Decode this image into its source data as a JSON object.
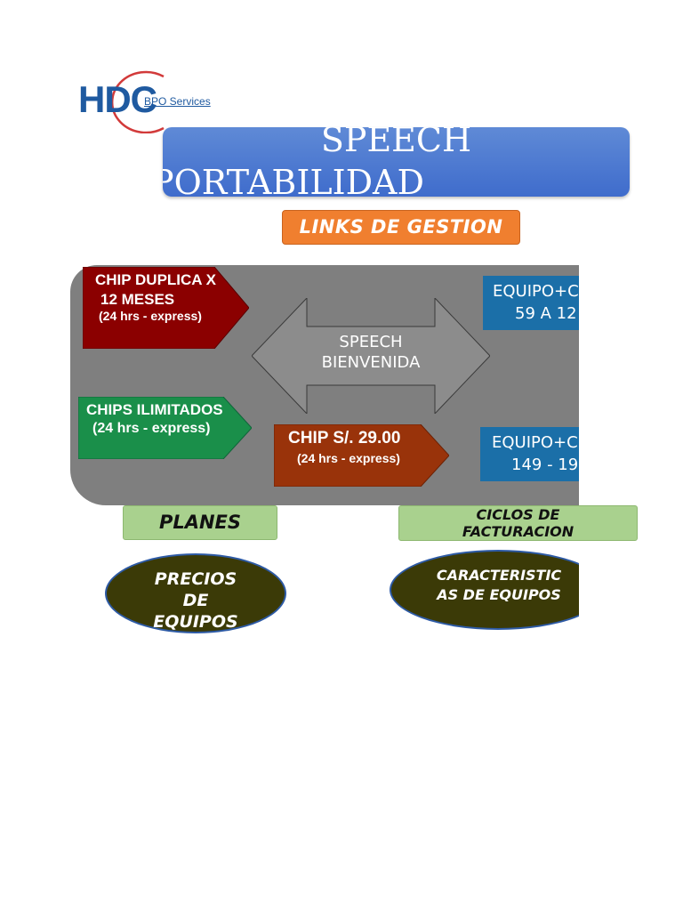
{
  "logo": {
    "main": "HDC",
    "sub": "BPO Services"
  },
  "title": {
    "line1": "SPEECH",
    "line2": "PORTABILIDAD"
  },
  "links_label": "LINKS DE GESTION",
  "panel": {
    "chip_duplica": {
      "line1": "CHIP DUPLICA X",
      "line2": "12 MESES",
      "line3": "(24 hrs - express)"
    },
    "speech_bienvenida": {
      "line1": "SPEECH",
      "line2": "BIENVENIDA"
    },
    "equipo_top": {
      "line1": "EQUIPO+C",
      "line2": "59 A 12"
    },
    "chips_ilimitados": {
      "line1": "CHIPS ILIMITADOS",
      "line2": "(24 hrs - express)"
    },
    "chip_29": {
      "line1": "CHIP S/. 29.00",
      "line2": "(24 hrs - express)"
    },
    "equipo_bottom": {
      "line1": "EQUIPO+C",
      "line2": "149 - 19"
    }
  },
  "planes_label": "PLANES",
  "ciclos": {
    "line1": "CICLOS DE",
    "line2": "FACTURACION"
  },
  "precios": {
    "line1": "PRECIOS",
    "line2": "DE",
    "line3": "EQUIPOS"
  },
  "caracteristicas": {
    "line1": "CARACTERISTIC",
    "line2": "AS DE EQUIPOS"
  },
  "colors": {
    "title_blue": "#3f6ccc",
    "orange": "#f07f2f",
    "panel_gray": "#7f7f7f",
    "dark_red": "#8b0000",
    "green": "#1a8f4a",
    "rust": "#99330a",
    "blue_box": "#1b6fa8",
    "light_green": "#a9d18e",
    "olive_dark": "#3b3a07"
  }
}
